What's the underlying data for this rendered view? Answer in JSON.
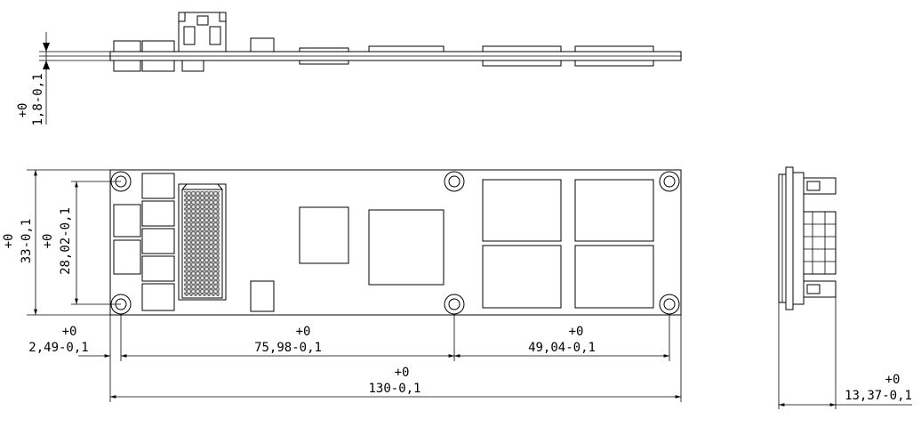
{
  "dimensions": {
    "thickness_tol": "+0",
    "thickness_val": "1,8-0,1",
    "height_tol": "+0",
    "height_val": "33-0,1",
    "hole_pitch_v_tol": "+0",
    "hole_pitch_v_val": "28,02-0,1",
    "edge_offset_tol": "+0",
    "edge_offset_val": "2,49-0,1",
    "hole_pitch_a_tol": "+0",
    "hole_pitch_a_val": "75,98-0,1",
    "hole_pitch_b_tol": "+0",
    "hole_pitch_b_val": "49,04-0,1",
    "length_tol": "+0",
    "length_val": "130-0,1",
    "side_height_tol": "+0",
    "side_height_val": "13,37-0,1"
  }
}
